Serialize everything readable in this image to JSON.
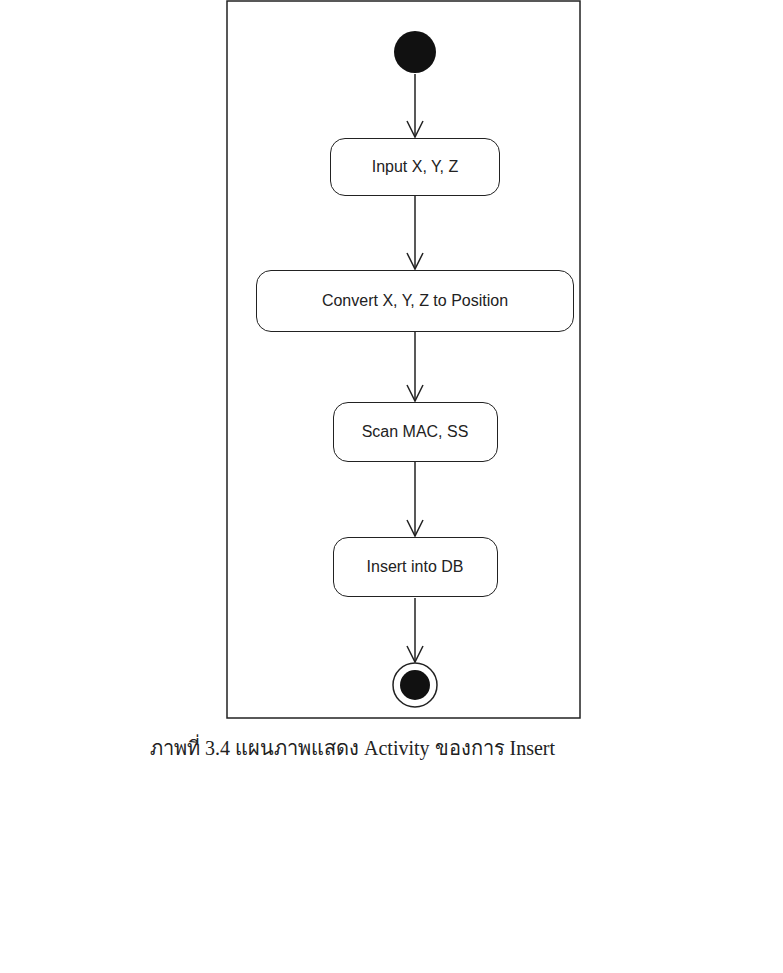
{
  "diagram": {
    "caption": "ภาพที่ 3.4 แผนภาพแสดง Activity ของการ Insert",
    "nodes": [
      {
        "text": [
          "Input X, Y, Z"
        ]
      },
      {
        "text": [
          "Convert X, Y, Z to Position"
        ]
      },
      {
        "text": [
          "Scan MAC, SS"
        ]
      },
      {
        "text": [
          "Insert into DB"
        ]
      }
    ],
    "edges": [
      {
        "from": 0,
        "to": 1,
        "arrow": "to"
      },
      {
        "from": 1,
        "to": 2,
        "arrow": "to"
      },
      {
        "from": 2,
        "to": 3,
        "arrow": "to"
      }
    ]
  }
}
